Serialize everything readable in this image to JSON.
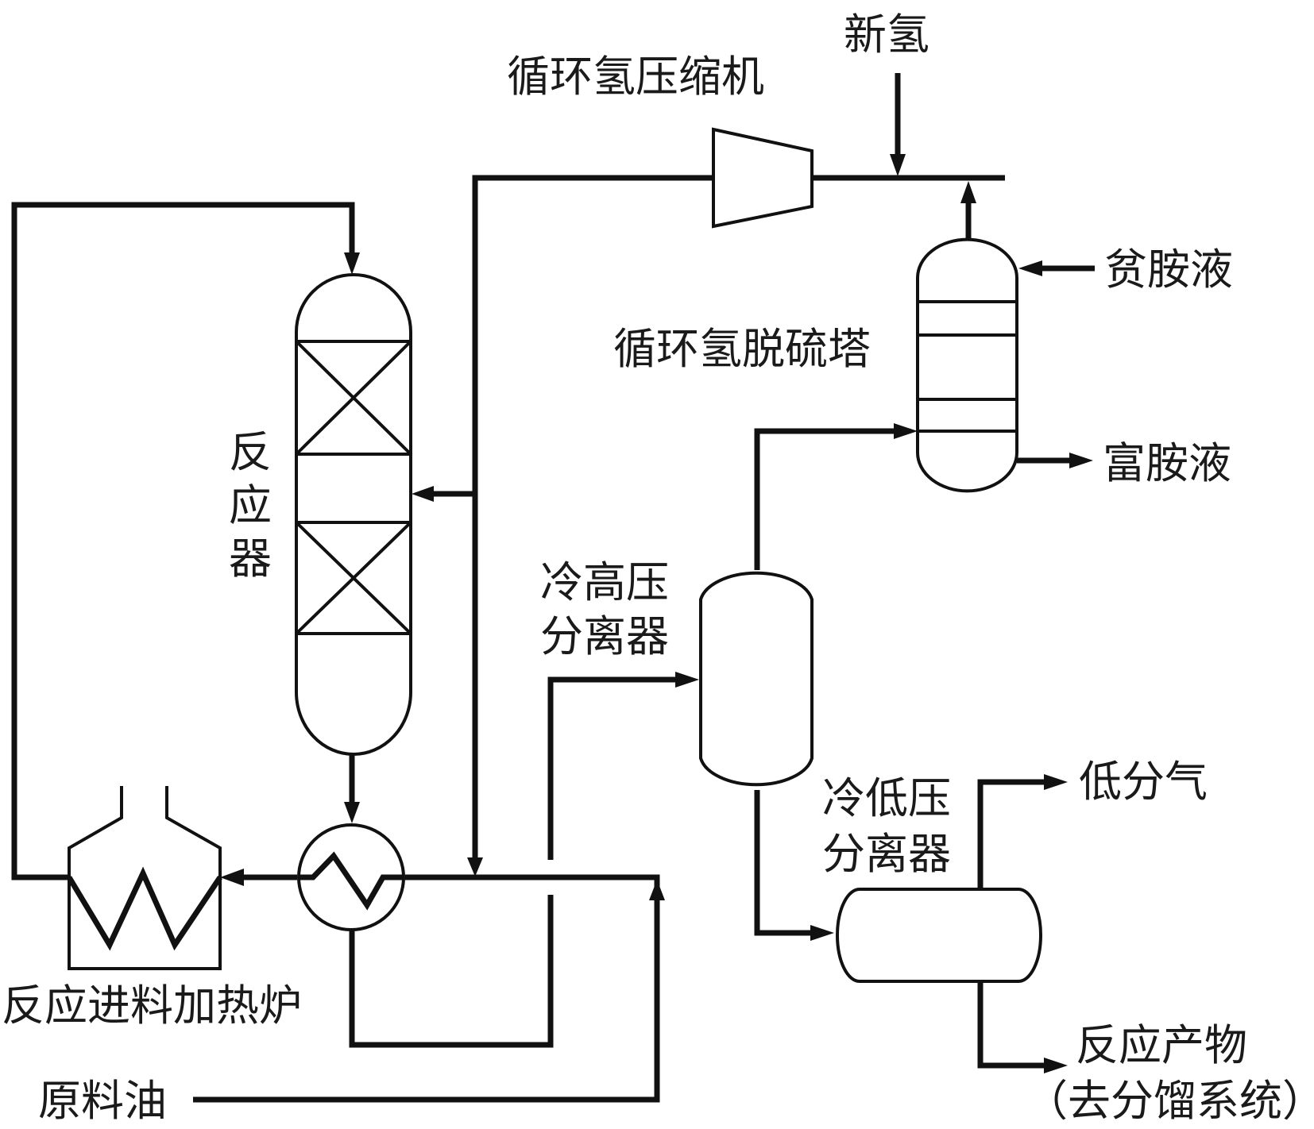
{
  "diagram": {
    "type": "process-flow-diagram",
    "labels": {
      "new_hydrogen": "新氢",
      "recycle_compressor": "循环氢压缩机",
      "lean_amine": "贫胺液",
      "absorber": "循环氢脱硫塔",
      "rich_amine": "富胺液",
      "reactor": [
        "反",
        "应",
        "器"
      ],
      "hp_separator": [
        "冷高压",
        "分离器"
      ],
      "lp_separator": [
        "冷低压",
        "分离器"
      ],
      "low_pressure_gas": "低分气",
      "heater": "反应进料加热炉",
      "feed_oil": "原料油",
      "product": [
        "反应产物",
        "（去分馏系统）"
      ]
    },
    "equipment": [
      {
        "id": "reactor",
        "name": "反应器",
        "beds": 2
      },
      {
        "id": "heat-exchanger",
        "name": "换热器"
      },
      {
        "id": "heater",
        "name": "反应进料加热炉"
      },
      {
        "id": "hp-separator",
        "name": "冷高压分离器"
      },
      {
        "id": "lp-separator",
        "name": "冷低压分离器"
      },
      {
        "id": "absorber",
        "name": "循环氢脱硫塔",
        "trays": 4
      },
      {
        "id": "compressor",
        "name": "循环氢压缩机"
      }
    ],
    "streams": [
      {
        "from": "原料油",
        "to": "换热器"
      },
      {
        "from": "循环氢压缩机",
        "to": "反应器"
      },
      {
        "from": "循环氢压缩机",
        "to": "换热器"
      },
      {
        "from": "换热器",
        "to": "反应进料加热炉"
      },
      {
        "from": "反应进料加热炉",
        "to": "反应器"
      },
      {
        "from": "反应器",
        "to": "换热器"
      },
      {
        "from": "换热器",
        "to": "冷高压分离器"
      },
      {
        "from": "冷高压分离器",
        "to": "循环氢脱硫塔"
      },
      {
        "from": "冷高压分离器",
        "to": "冷低压分离器"
      },
      {
        "from": "冷低压分离器",
        "to": "低分气"
      },
      {
        "from": "冷低压分离器",
        "to": "反应产物"
      },
      {
        "from": "贫胺液",
        "to": "循环氢脱硫塔"
      },
      {
        "from": "循环氢脱硫塔",
        "to": "富胺液"
      },
      {
        "from": "循环氢脱硫塔",
        "to": "循环氢压缩机"
      },
      {
        "from": "新氢",
        "to": "循环氢压缩机"
      }
    ]
  }
}
